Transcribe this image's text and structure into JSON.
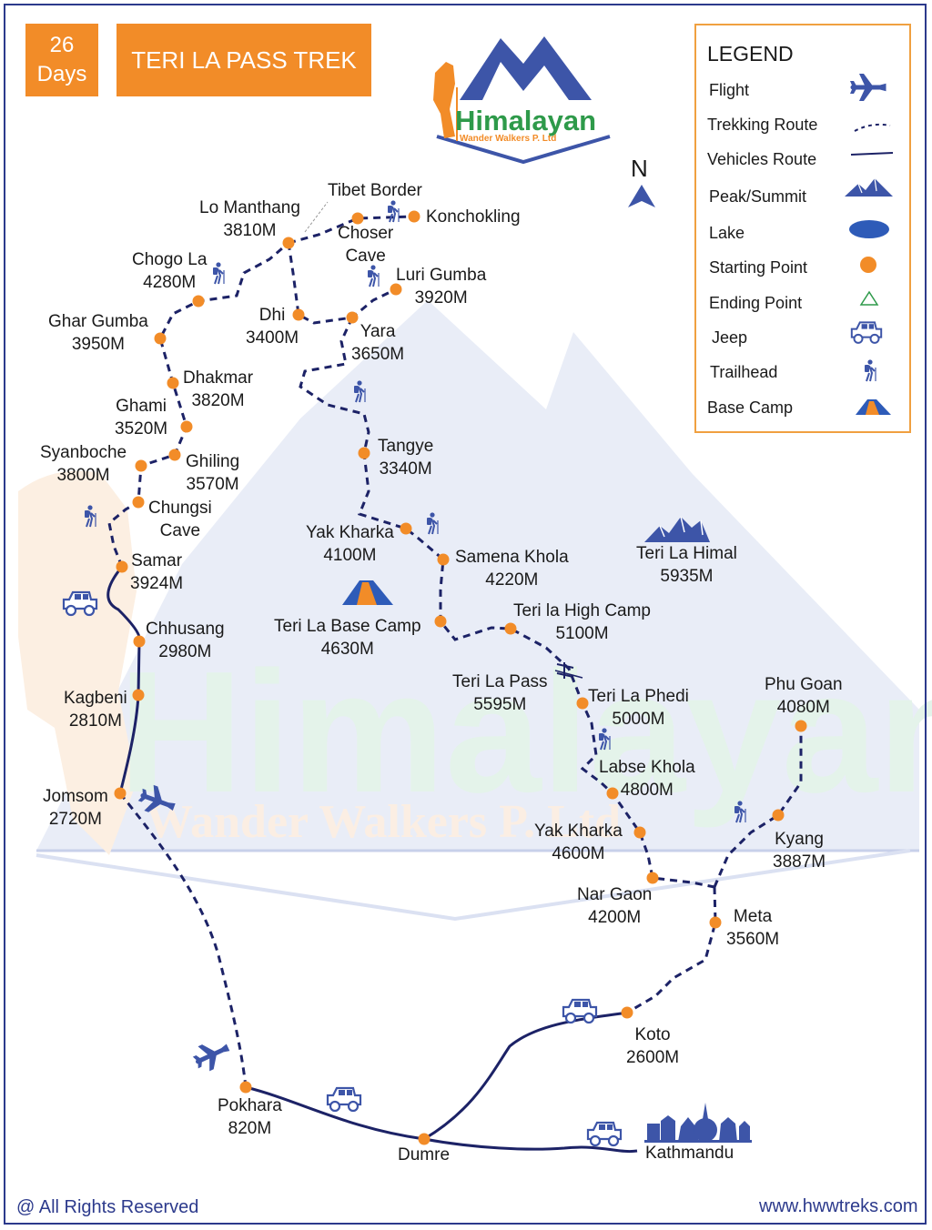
{
  "header": {
    "days_number": "26",
    "days_word": "Days",
    "title": "TERI LA PASS TREK"
  },
  "logo": {
    "main": "Himalayan",
    "sub": "Wander Walkers P. Ltd"
  },
  "watermark": {
    "main": "Himalayan",
    "sub": "Wander Walkers P. Ltd"
  },
  "north_label": "N",
  "legend": {
    "title": "LEGEND",
    "items": [
      "Flight",
      "Trekking Route",
      "Vehicles Route",
      "Peak/Summit",
      "Lake",
      "Starting Point",
      "Ending Point",
      "Jeep",
      "Trailhead",
      "Base Camp"
    ]
  },
  "places": {
    "tibet_border": "Tibet Border",
    "lo_manthang": {
      "name": "Lo Manthang",
      "elev": "3810M"
    },
    "konchokling": "Konchokling",
    "choser_cave": {
      "l1": "Choser",
      "l2": "Cave"
    },
    "chogo_la": {
      "name": "Chogo La",
      "elev": "4280M"
    },
    "luri_gumba": {
      "name": "Luri Gumba",
      "elev": "3920M"
    },
    "ghar_gumba": {
      "name": "Ghar Gumba",
      "elev": "3950M"
    },
    "dhi": {
      "name": "Dhi",
      "elev": "3400M"
    },
    "yara": {
      "name": "Yara",
      "elev": "3650M"
    },
    "dhakmar": {
      "name": "Dhakmar",
      "elev": "3820M"
    },
    "ghami": {
      "name": "Ghami",
      "elev": "3520M"
    },
    "syanboche": {
      "name": "Syanboche",
      "elev": "3800M"
    },
    "ghiling": {
      "name": "Ghiling",
      "elev": "3570M"
    },
    "tangye": {
      "name": "Tangye",
      "elev": "3340M"
    },
    "chungsi_cave": {
      "l1": "Chungsi",
      "l2": "Cave"
    },
    "yak_kharka_1": {
      "name": "Yak Kharka",
      "elev": "4100M"
    },
    "samar": {
      "name": "Samar",
      "elev": "3924M"
    },
    "samena_khola": {
      "name": "Samena Khola",
      "elev": "4220M"
    },
    "teri_la_himal": {
      "name": "Teri La Himal",
      "elev": "5935M"
    },
    "teri_la_high_camp": {
      "name": "Teri la High Camp",
      "elev": "5100M"
    },
    "chhusang": {
      "name": "Chhusang",
      "elev": "2980M"
    },
    "teri_la_base_camp": {
      "name": "Teri La Base Camp",
      "elev": "4630M"
    },
    "teri_la_pass": {
      "name": "Teri La Pass",
      "elev": "5595M"
    },
    "teri_la_phedi": {
      "name": "Teri La Phedi",
      "elev": "5000M"
    },
    "phu_goan": {
      "name": "Phu Goan",
      "elev": "4080M"
    },
    "kagbeni": {
      "name": "Kagbeni",
      "elev": "2810M"
    },
    "labse_khola": {
      "name": "Labse Khola",
      "elev": "4800M"
    },
    "jomsom": {
      "name": "Jomsom",
      "elev": "2720M"
    },
    "yak_kharka_2": {
      "name": "Yak Kharka",
      "elev": "4600M"
    },
    "kyang": {
      "name": "Kyang",
      "elev": "3887M"
    },
    "nar_gaon": {
      "name": "Nar Gaon",
      "elev": "4200M"
    },
    "meta": {
      "name": "Meta",
      "elev": "3560M"
    },
    "koto": {
      "name": "Koto",
      "elev": "2600M"
    },
    "pokhara": {
      "name": "Pokhara",
      "elev": "820M"
    },
    "dumre": "Dumre",
    "kathmandu": "Kathmandu"
  },
  "footer": {
    "rights": "@ All Rights Reserved",
    "website": "www.hwwtreks.com"
  },
  "colors": {
    "orange": "#f28c28",
    "route": "#1c2266",
    "icon_blue": "#3d55a8",
    "watermark_green": "#e4f3ea",
    "watermark_orange": "#fbeee3",
    "mountain_bg": "#e9edf7"
  }
}
